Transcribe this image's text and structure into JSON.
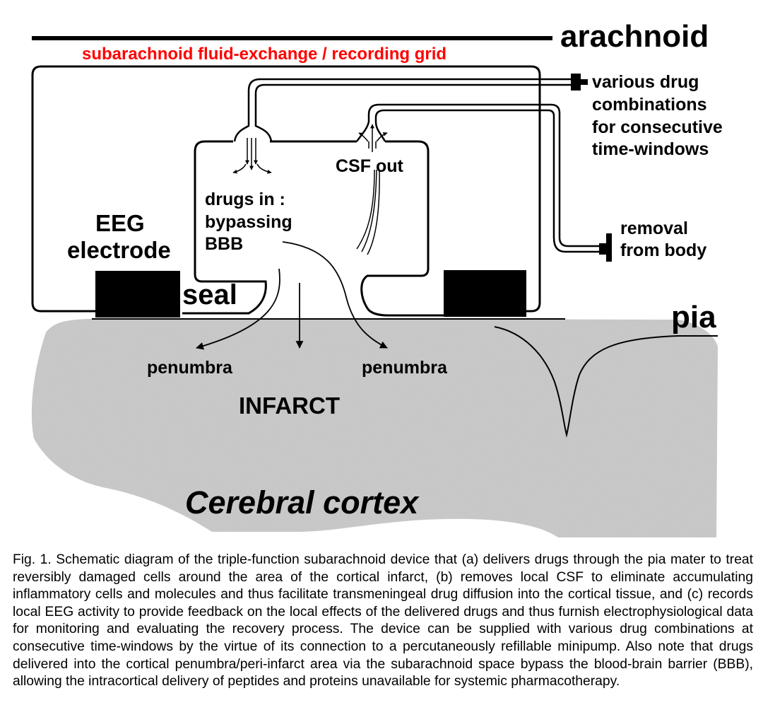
{
  "labels": {
    "arachnoid": "arachnoid",
    "grid_title": "subarachnoid fluid-exchange / recording grid",
    "drug_lines": [
      "various drug",
      "combinations",
      "for consecutive",
      "time-windows"
    ],
    "csf_out": "CSF out",
    "drugs_in": [
      "drugs in :",
      "bypassing",
      "BBB"
    ],
    "eeg": [
      "EEG",
      "electrode"
    ],
    "removal": [
      "removal",
      "from body"
    ],
    "seal": "seal",
    "pia": "pia",
    "penumbra_left": "penumbra",
    "penumbra_right": "penumbra",
    "infarct": "INFARCT",
    "cortex": "Cerebral cortex"
  },
  "colors": {
    "grid_title": "#ff0000",
    "cortex_fill": "#c9c9c9",
    "ink": "#000000"
  },
  "caption": "Fig. 1. Schematic diagram of the triple-function subarachnoid device that (a) delivers drugs through the pia mater to treat reversibly damaged cells around the area of the cortical infarct, (b) removes local CSF to eliminate accumulating inflammatory cells and molecules and thus facilitate transmeningeal drug diffusion into the cortical tissue, and (c) records local EEG activity to provide feedback on the local effects of the delivered drugs and thus furnish electrophysiological data for monitoring and evaluating the recovery process. The device can be supplied with various drug combinations at consecutive time-windows by the virtue of its connection to a percutaneously refillable minipump. Also note that drugs delivered into the cortical penumbra/peri-infarct area via the subarachnoid space bypass the blood-brain barrier (BBB), allowing the intracortical delivery of peptides and proteins unavailable for systemic pharmacotherapy."
}
